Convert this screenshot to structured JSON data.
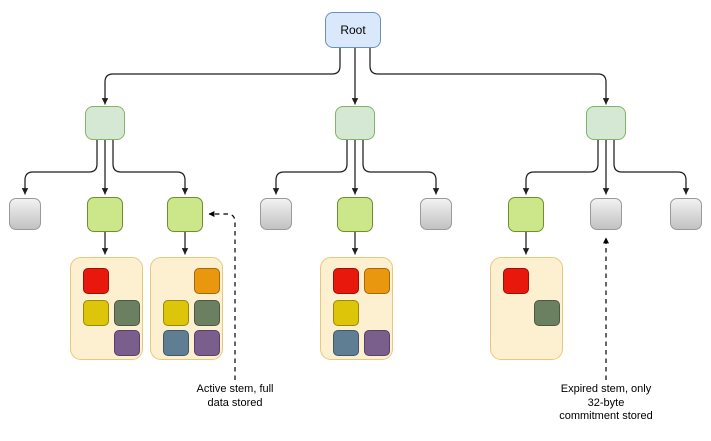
{
  "diagram": {
    "title_node": {
      "label": "Root",
      "fill": "#dae8fc",
      "stroke": "#6c8ebf"
    },
    "palette": {
      "stem_active_fill": "#cce68a",
      "stem_active_stroke": "#6f8f2f",
      "branch_fill": "#d5e8d4",
      "branch_stroke": "#82b366",
      "expired_fill": "#dcdcdc",
      "expired_stroke": "#9a9a9a",
      "leaf_container_fill": "#fdf0d0",
      "leaf_container_stroke": "#e8c97a",
      "chip_red": "#e8180c",
      "chip_orange": "#e8970e",
      "chip_yellow": "#ddc50a",
      "chip_olive": "#6b8060",
      "chip_purple": "#7a5e8c",
      "chip_slate": "#5f7d93",
      "edge_color": "#1f1f1f"
    },
    "branches": [
      {
        "name": "branch-left",
        "children": [
          "expired",
          "active",
          "active"
        ]
      },
      {
        "name": "branch-middle",
        "children": [
          "expired",
          "active",
          "expired"
        ]
      },
      {
        "name": "branch-right",
        "children": [
          "active",
          "expired",
          "expired"
        ]
      }
    ],
    "leaf_groups": [
      {
        "name": "leaf-group-1",
        "chips": [
          {
            "color": "#e8180c",
            "col": 0,
            "row": 0
          },
          {
            "color": "#ddc50a",
            "col": 0,
            "row": 1
          },
          {
            "color": "#6b8060",
            "col": 1,
            "row": 1
          },
          {
            "color": "#7a5e8c",
            "col": 1,
            "row": 2
          }
        ]
      },
      {
        "name": "leaf-group-2",
        "chips": [
          {
            "color": "#e8970e",
            "col": 1,
            "row": 0
          },
          {
            "color": "#ddc50a",
            "col": 0,
            "row": 1
          },
          {
            "color": "#6b8060",
            "col": 1,
            "row": 1
          },
          {
            "color": "#5f7d93",
            "col": 0,
            "row": 2
          },
          {
            "color": "#7a5e8c",
            "col": 1,
            "row": 2
          }
        ]
      },
      {
        "name": "leaf-group-3",
        "chips": [
          {
            "color": "#e8180c",
            "col": 0,
            "row": 0
          },
          {
            "color": "#e8970e",
            "col": 1,
            "row": 0
          },
          {
            "color": "#ddc50a",
            "col": 0,
            "row": 1
          },
          {
            "color": "#5f7d93",
            "col": 0,
            "row": 2
          },
          {
            "color": "#7a5e8c",
            "col": 1,
            "row": 2
          }
        ]
      },
      {
        "name": "leaf-group-4",
        "chips": [
          {
            "color": "#e8180c",
            "col": 0,
            "row": 0
          },
          {
            "color": "#6b8060",
            "col": 1,
            "row": 1
          }
        ]
      }
    ],
    "annotations": [
      {
        "name": "annotation-active-stem",
        "text": "Active stem, full\ndata stored"
      },
      {
        "name": "annotation-expired-stem",
        "text": "Expired stem, only\n32-byte\ncommitment stored"
      }
    ]
  }
}
